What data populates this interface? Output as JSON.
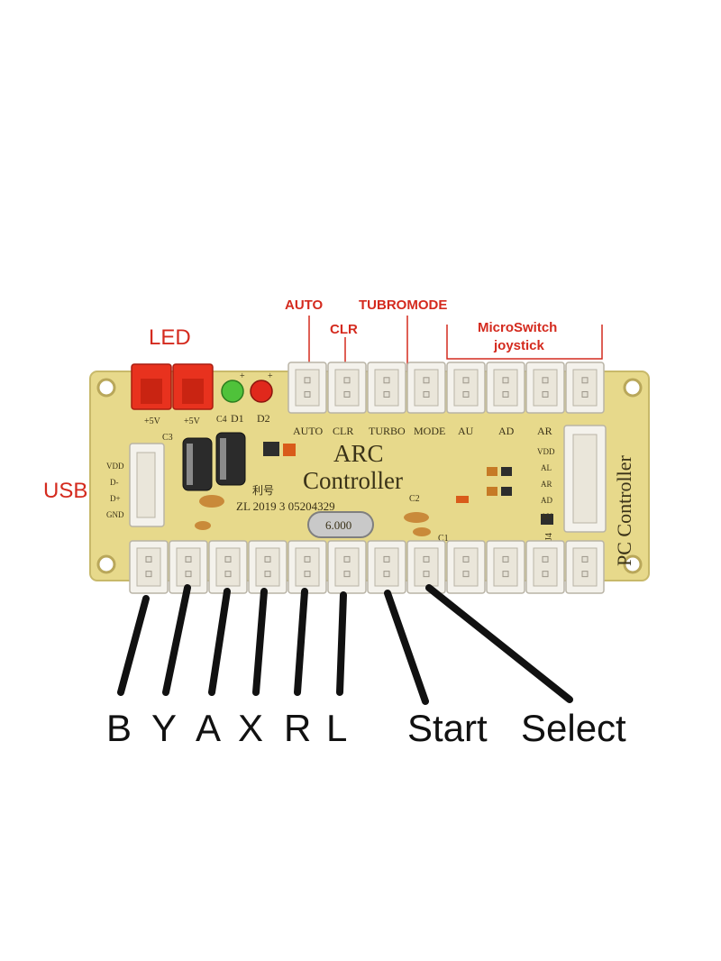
{
  "labels": {
    "led": "LED",
    "usb": "USB",
    "auto": "AUTO",
    "clr": "CLR",
    "turbomode": "TUBROMODE",
    "microswitch": "MicroSwitch",
    "joystick": "joystick"
  },
  "board": {
    "title_line1": "ARC",
    "title_line2": "Controller",
    "side_text": "PC Controller",
    "patent": "ZL 2019 3 05204329",
    "patent_cn": "利号",
    "crystal": "6.000",
    "d1": "D1",
    "d2": "D2",
    "c1": "C1",
    "c2": "C2",
    "c3": "C3",
    "c4": "C4",
    "j4": "J4",
    "plus5v_left": "+5V",
    "plus5v_right": "+5V",
    "plus": "+",
    "usb_pins": [
      "VDD",
      "D-",
      "D+",
      "GND"
    ],
    "joystick_pins": [
      "VDD",
      "AL",
      "AR",
      "AD",
      "AU"
    ],
    "top_silkscreen": [
      "AUTO",
      "CLR",
      "TURBO",
      "MODE",
      "AU",
      "AD",
      "AR"
    ]
  },
  "buttons": [
    "B",
    "Y",
    "A",
    "X",
    "R",
    "L",
    "Start",
    "Select"
  ],
  "colors": {
    "board": "#e7d98b",
    "annotation_red": "#d42a1e",
    "led_green": "#4fc23a",
    "led_red": "#e0281c",
    "wire": "#111111"
  }
}
